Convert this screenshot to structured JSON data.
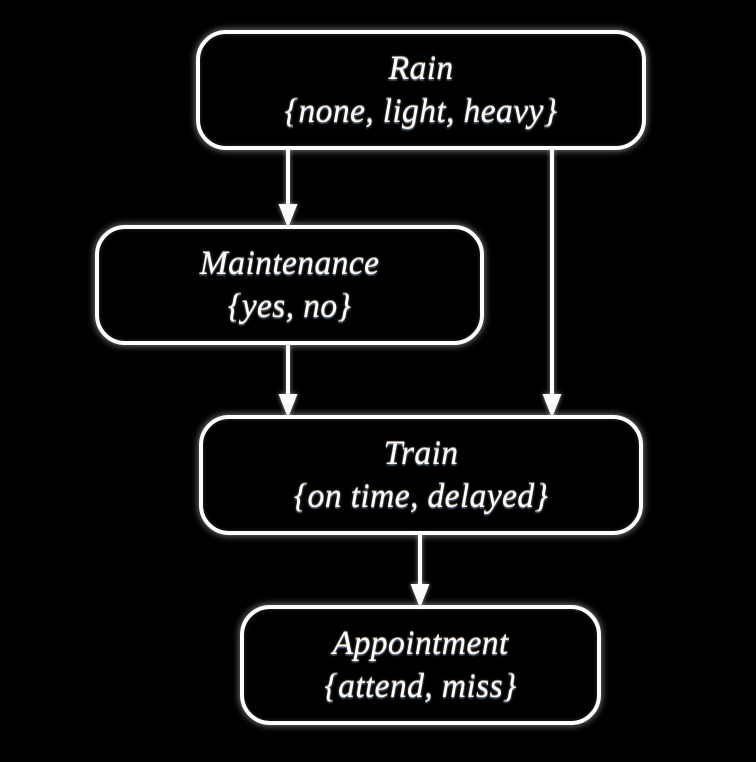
{
  "diagram": {
    "type": "bayesian-network",
    "background_color": "#000000",
    "node_border_color": "#fdfdfd",
    "text_color": "#fefdfb",
    "nodes": [
      {
        "id": "rain",
        "title": "Rain",
        "states": "{none, light, heavy}",
        "state_list": [
          "none",
          "light",
          "heavy"
        ]
      },
      {
        "id": "maintenance",
        "title": "Maintenance",
        "states": "{yes, no}",
        "state_list": [
          "yes",
          "no"
        ]
      },
      {
        "id": "train",
        "title": "Train",
        "states": "{on time, delayed}",
        "state_list": [
          "on time",
          "delayed"
        ]
      },
      {
        "id": "appointment",
        "title": "Appointment",
        "states": "{attend, miss}",
        "state_list": [
          "attend",
          "miss"
        ]
      }
    ],
    "edges": [
      {
        "id": "rain-maintenance",
        "from": "Rain",
        "to": "Maintenance",
        "arrow": "down-arrow-icon"
      },
      {
        "id": "rain-train",
        "from": "Rain",
        "to": "Train",
        "arrow": "down-arrow-icon"
      },
      {
        "id": "maintenance-train",
        "from": "Maintenance",
        "to": "Train",
        "arrow": "down-arrow-icon"
      },
      {
        "id": "train-appointment",
        "from": "Train",
        "to": "Appointment",
        "arrow": "down-arrow-icon"
      }
    ]
  }
}
